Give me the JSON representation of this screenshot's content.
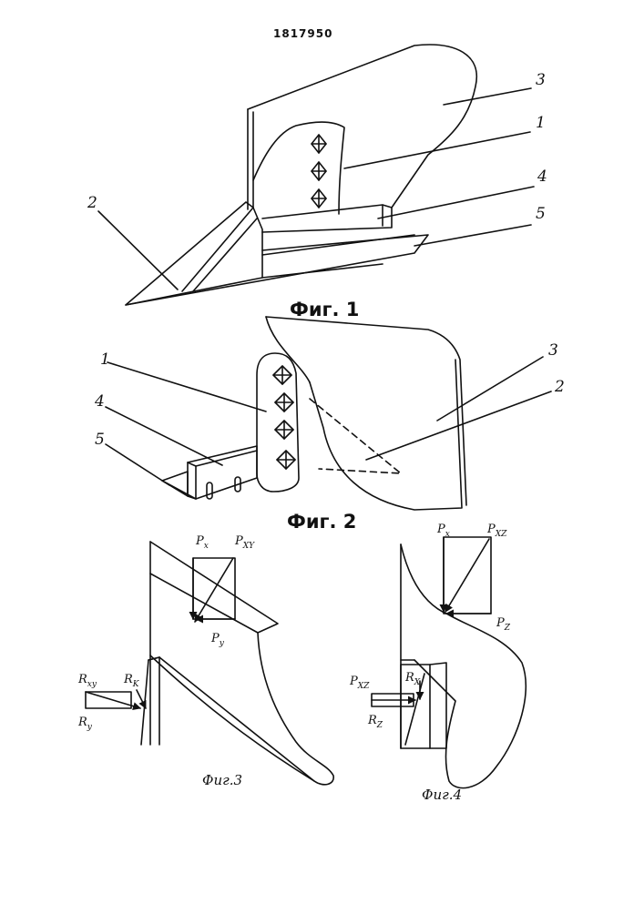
{
  "patent_number": "1817950",
  "figures": {
    "fig1": {
      "caption": "Фиг. 1",
      "labels": [
        "1",
        "2",
        "3",
        "4",
        "5"
      ]
    },
    "fig2": {
      "caption": "Фиг. 2",
      "labels": [
        "1",
        "2",
        "3",
        "4",
        "5"
      ]
    },
    "fig3": {
      "caption": "Фиг.3",
      "forces": {
        "px": {
          "base": "P",
          "sub": "x"
        },
        "pxy": {
          "base": "P",
          "sub": "XY"
        },
        "py": {
          "base": "P",
          "sub": "y"
        },
        "rxy": {
          "base": "R",
          "sub": "xy"
        },
        "rk": {
          "base": "R",
          "sub": "K"
        },
        "ry": {
          "base": "R",
          "sub": "y"
        }
      }
    },
    "fig4": {
      "caption": "Фиг.4",
      "forces": {
        "px": {
          "base": "P",
          "sub": "x"
        },
        "pxz": {
          "base": "P",
          "sub": "XZ"
        },
        "pz": {
          "base": "P",
          "sub": "Z"
        },
        "pxz2": {
          "base": "P",
          "sub": "XZ"
        },
        "rx": {
          "base": "R",
          "sub": "X"
        },
        "rz": {
          "base": "R",
          "sub": "Z"
        }
      }
    }
  },
  "colors": {
    "ink": "#111111",
    "paper": "#ffffff"
  }
}
